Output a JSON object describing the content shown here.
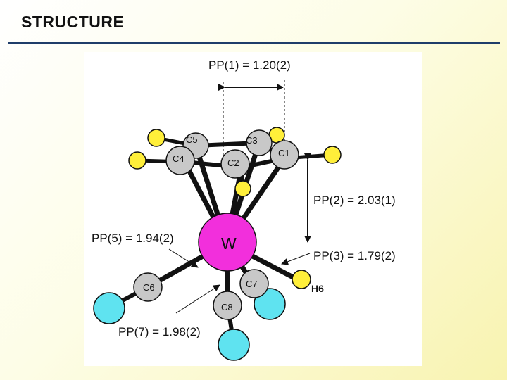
{
  "title": "STRUCTURE",
  "colors": {
    "tungsten": "#f22fdc",
    "carbon": "#c8c8c8",
    "hydrogen": "#ffef3a",
    "nitrogen_cyan": "#5fe3f0",
    "bond": "#111111",
    "title_rule": "#1f3d6a"
  },
  "atoms": {
    "w": "W",
    "c1": "C1",
    "c2": "C2",
    "c3": "C3",
    "c4": "C4",
    "c5": "C5",
    "c6": "C6",
    "c7": "C7",
    "c8": "C8",
    "h6": "H6"
  },
  "annotations": {
    "pp1": "PP(1) = 1.20(2)",
    "pp2": "PP(2) = 2.03(1)",
    "pp3": "PP(3) = 1.79(2)",
    "pp5": "PP(5) = 1.94(2)",
    "pp7": "PP(7) = 1.98(2)"
  }
}
